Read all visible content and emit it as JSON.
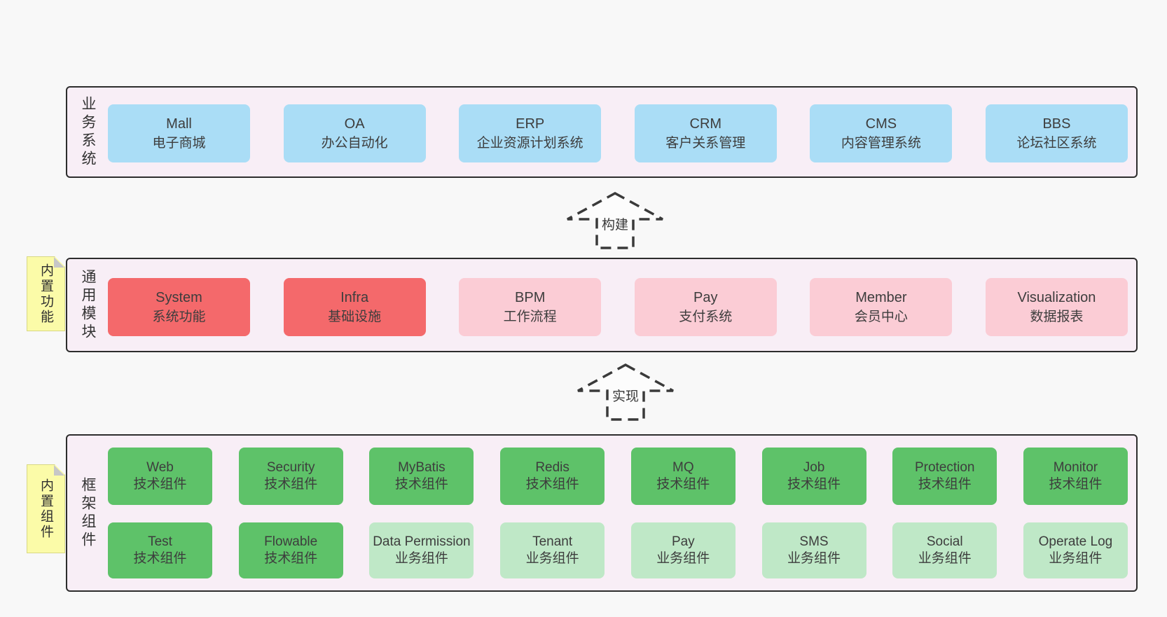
{
  "colors": {
    "page_bg": "#f8f8f8",
    "panel_bg": "#f8eef6",
    "panel_border": "#2d2d2d",
    "blue": "#aaddf6",
    "red": "#f4696b",
    "pink": "#fbccd5",
    "green": "#5ec269",
    "green_light": "#bfe8c7",
    "sticky": "#fbfba8",
    "text": "#3d3d3d"
  },
  "business_layer": {
    "label": "业务系统",
    "boxes": [
      {
        "title": "Mall",
        "subtitle": "电子商城"
      },
      {
        "title": "OA",
        "subtitle": "办公自动化"
      },
      {
        "title": "ERP",
        "subtitle": "企业资源计划系统"
      },
      {
        "title": "CRM",
        "subtitle": "客户关系管理"
      },
      {
        "title": "CMS",
        "subtitle": "内容管理系统"
      },
      {
        "title": "BBS",
        "subtitle": "论坛社区系统"
      }
    ]
  },
  "build_arrow": {
    "label": "构建"
  },
  "modules_layer": {
    "label": "通用模块",
    "sticky_note": "内置功能",
    "boxes": [
      {
        "title": "System",
        "subtitle": "系统功能",
        "variant": "red"
      },
      {
        "title": "Infra",
        "subtitle": "基础设施",
        "variant": "red"
      },
      {
        "title": "BPM",
        "subtitle": "工作流程",
        "variant": "pink"
      },
      {
        "title": "Pay",
        "subtitle": "支付系统",
        "variant": "pink"
      },
      {
        "title": "Member",
        "subtitle": "会员中心",
        "variant": "pink"
      },
      {
        "title": "Visualization",
        "subtitle": "数据报表",
        "variant": "pink"
      }
    ]
  },
  "implement_arrow": {
    "label": "实现"
  },
  "components_layer": {
    "label": "框架组件",
    "sticky_note": "内置组件",
    "row1": [
      {
        "title": "Web",
        "subtitle": "技术组件",
        "variant": "green"
      },
      {
        "title": "Security",
        "subtitle": "技术组件",
        "variant": "green"
      },
      {
        "title": "MyBatis",
        "subtitle": "技术组件",
        "variant": "green"
      },
      {
        "title": "Redis",
        "subtitle": "技术组件",
        "variant": "green"
      },
      {
        "title": "MQ",
        "subtitle": "技术组件",
        "variant": "green"
      },
      {
        "title": "Job",
        "subtitle": "技术组件",
        "variant": "green"
      },
      {
        "title": "Protection",
        "subtitle": "技术组件",
        "variant": "green"
      },
      {
        "title": "Monitor",
        "subtitle": "技术组件",
        "variant": "green"
      }
    ],
    "row2": [
      {
        "title": "Test",
        "subtitle": "技术组件",
        "variant": "green"
      },
      {
        "title": "Flowable",
        "subtitle": "技术组件",
        "variant": "green"
      },
      {
        "title": "Data Permission",
        "subtitle": "业务组件",
        "variant": "green-light"
      },
      {
        "title": "Tenant",
        "subtitle": "业务组件",
        "variant": "green-light"
      },
      {
        "title": "Pay",
        "subtitle": "业务组件",
        "variant": "green-light"
      },
      {
        "title": "SMS",
        "subtitle": "业务组件",
        "variant": "green-light"
      },
      {
        "title": "Social",
        "subtitle": "业务组件",
        "variant": "green-light"
      },
      {
        "title": "Operate Log",
        "subtitle": "业务组件",
        "variant": "green-light"
      }
    ]
  }
}
